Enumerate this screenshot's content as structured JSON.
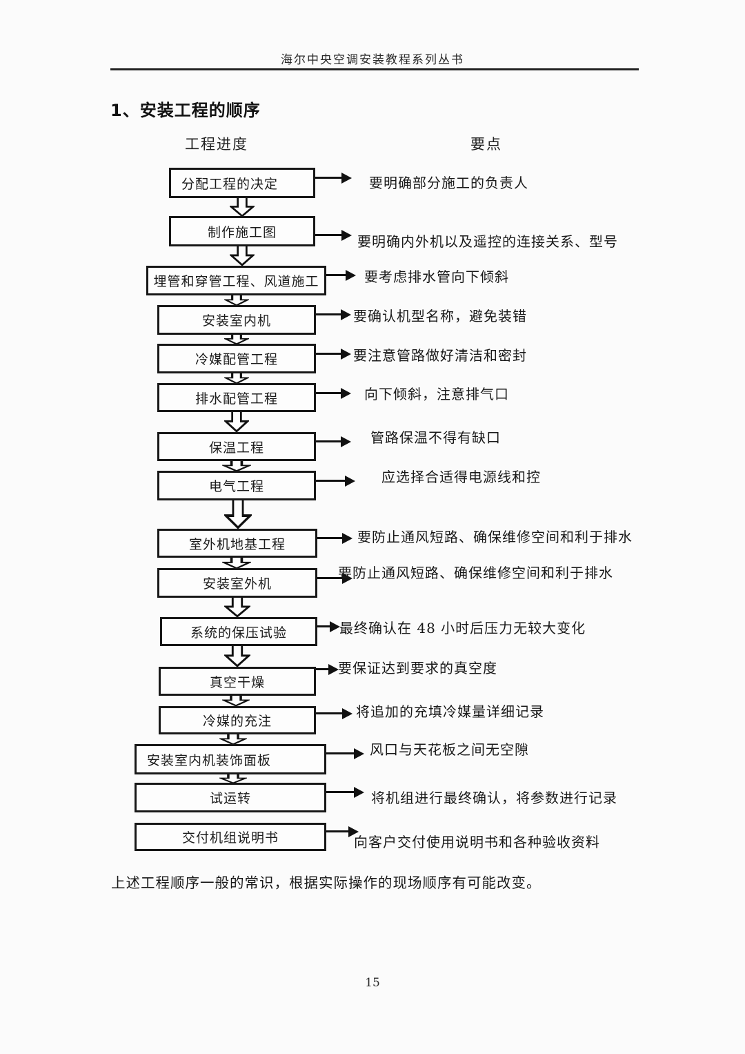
{
  "page": {
    "header": "海尔中央空调安装教程系列丛书",
    "section_title": "1、安装工程的顺序",
    "column_left": "工程进度",
    "column_right": "要点",
    "footer_note": "上述工程顺序一般的常识，根据实际操作的现场顺序有可能改变。",
    "page_number": "15"
  },
  "flowchart": {
    "steps": [
      {
        "box": "分配工程的决定",
        "note": "要明确部分施工的负责人"
      },
      {
        "box": "制作施工图",
        "note": "要明确内外机以及遥控的连接关系、型号"
      },
      {
        "box": "埋管和穿管工程、风道施工",
        "note": "要考虑排水管向下倾斜"
      },
      {
        "box": "安装室内机",
        "note": "要确认机型名称，避免装错"
      },
      {
        "box": "冷媒配管工程",
        "note": "要注意管路做好清洁和密封"
      },
      {
        "box": "排水配管工程",
        "note": "向下倾斜，注意排气口"
      },
      {
        "box": "保温工程",
        "note": "管路保温不得有缺口"
      },
      {
        "box": "电气工程",
        "note": "应选择合适得电源线和控"
      },
      {
        "box": "室外机地基工程",
        "note": "要防止通风短路、确保维修空间和利于排水"
      },
      {
        "box": "安装室外机",
        "note": "要防止通风短路、确保维修空间和利于排水"
      },
      {
        "box": "系统的保压试验",
        "note": "最终确认在 48 小时后压力无较大变化"
      },
      {
        "box": "真空干燥",
        "note": "要保证达到要求的真空度"
      },
      {
        "box": "冷媒的充注",
        "note": "将追加的充填冷媒量详细记录"
      },
      {
        "box": "安装室内机装饰面板",
        "note": "风口与天花板之间无空隙"
      },
      {
        "box": "试运转",
        "note": "将机组进行最终确认，将参数进行记录"
      },
      {
        "box": "交付机组说明书",
        "note": "向客户交付使用说明书和各种验收资料"
      }
    ]
  }
}
